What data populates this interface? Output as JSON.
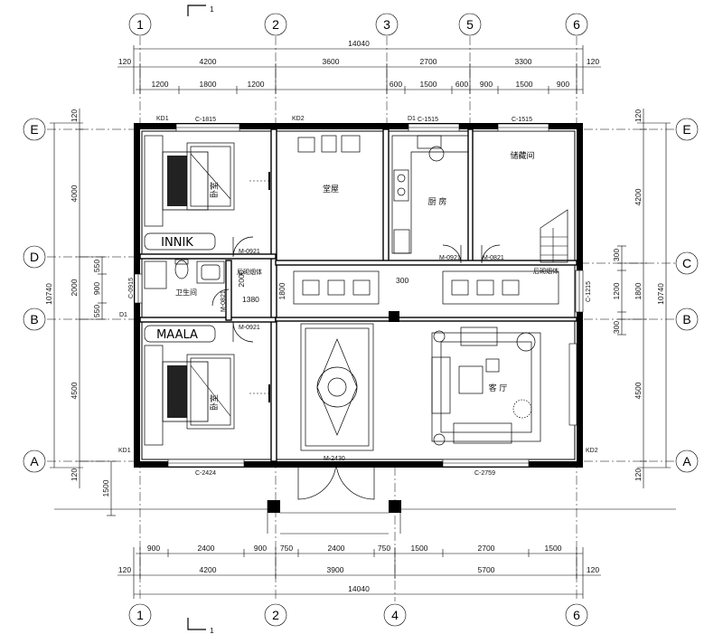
{
  "axes_top": [
    "1",
    "2",
    "3",
    "5",
    "6"
  ],
  "axes_bottom": [
    "1",
    "2",
    "4",
    "6"
  ],
  "axes_left": [
    "E",
    "D",
    "B",
    "A"
  ],
  "axes_right": [
    "E",
    "C",
    "B",
    "A"
  ],
  "section_mark": "1",
  "dims_top": {
    "total": "14040",
    "row2": [
      "120",
      "4200",
      "3600",
      "2700",
      "3300",
      "120"
    ],
    "row3": [
      "1200",
      "1800",
      "1200",
      "600",
      "1500",
      "600",
      "900",
      "1500",
      "900"
    ]
  },
  "dims_bottom": {
    "row1": [
      "900",
      "2400",
      "900",
      "750",
      "2400",
      "750",
      "1500",
      "2700",
      "1500"
    ],
    "row2": [
      "120",
      "4200",
      "3900",
      "5700",
      "120"
    ],
    "total": "14040"
  },
  "dims_left": {
    "outer": [
      "120",
      "4000",
      "10740",
      "120"
    ],
    "inner": [
      "550",
      "900",
      "550",
      "2000",
      "4500"
    ],
    "porch": "1500"
  },
  "dims_right": {
    "outer": [
      "120",
      "4200",
      "10740",
      "4500",
      "120"
    ],
    "inner": [
      "300",
      "1200",
      "300",
      "1800"
    ]
  },
  "inner_dims": {
    "d1380": "1380",
    "d1800": "1800",
    "d2000": "2000",
    "d300": "300"
  },
  "rooms": {
    "bedroom_top": "卧室",
    "hall": "堂屋",
    "kitchen": "厨 房",
    "storage": "储藏间",
    "bathroom": "卫生间",
    "bedroom_bottom": "卧室",
    "living": "客 厅"
  },
  "windows": {
    "c1815": "C-1815",
    "c1515a": "C-1515",
    "c1515b": "C-1515",
    "c0915": "C-0915",
    "c1215": "C-1215",
    "c2424": "C-2424",
    "c2759": "C-2759"
  },
  "doors": {
    "kd1a": "KD1",
    "kd2a": "KD2",
    "d1a": "D1",
    "d1b": "D1",
    "kd1b": "KD1",
    "kd2b": "KD2",
    "m0921a": "M-0921",
    "m0921b": "M-0921",
    "m0921c": "M-0921",
    "m0821a": "M-0821",
    "m0821b": "M-0821",
    "m2430": "M-2430"
  },
  "notes": {
    "flue_a": "后砌烟体",
    "flue_b": "后砌烟体"
  }
}
